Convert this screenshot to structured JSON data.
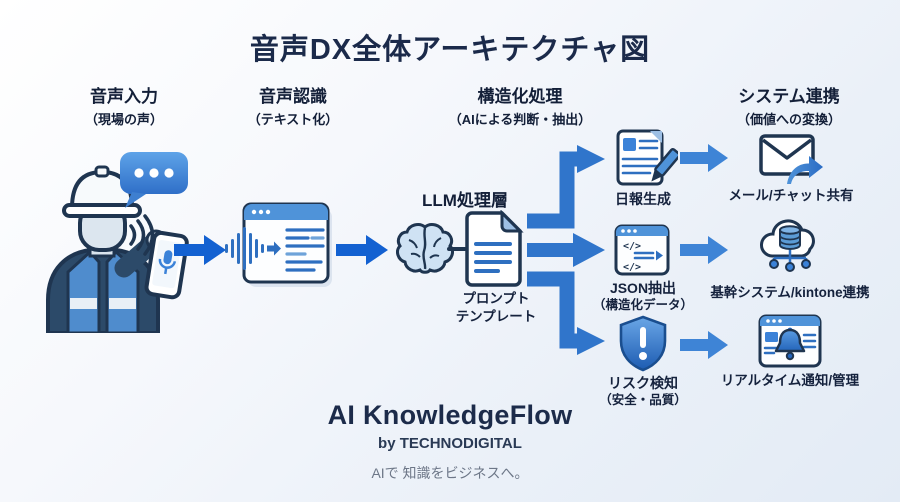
{
  "title": "音声DX全体アーキテクチャ図",
  "columns": [
    {
      "label": "音声入力",
      "sub": "（現場の声）"
    },
    {
      "label": "音声認識",
      "sub": "（テキスト化）"
    },
    {
      "label": "構造化処理",
      "sub": "（AIによる判断・抽出）"
    },
    {
      "label": "システム連携",
      "sub": "（価値への変換）"
    }
  ],
  "llm": {
    "layer_label": "LLM処理層",
    "prompt_label_line1": "プロンプト",
    "prompt_label_line2": "テンプレート"
  },
  "branches": [
    {
      "label": "日報生成",
      "sub": ""
    },
    {
      "label": "JSON抽出",
      "sub": "（構造化データ）"
    },
    {
      "label": "リスク検知",
      "sub": "（安全・品質）"
    }
  ],
  "outputs": [
    {
      "label": "メール/チャット共有"
    },
    {
      "label": "基幹システム/kintone連携"
    },
    {
      "label": "リアルタイム通知/管理"
    }
  ],
  "branding": {
    "product": "AI KnowledgeFlow",
    "company": "by TECHNODIGITAL",
    "tagline": "AIで 知識をビジネスへ。"
  },
  "code_glyph": "</>",
  "icons": {
    "worker": "worker-with-phone-icon",
    "speech": "speech-bubble-icon",
    "stt": "speech-to-text-window-icon",
    "brain": "brain-icon",
    "prompt": "prompt-template-document-icon",
    "report": "report-document-pencil-icon",
    "json": "code-window-icon",
    "risk": "alert-shield-icon",
    "mail": "mail-share-icon",
    "system": "cloud-database-icon",
    "notify": "browser-bell-icon"
  },
  "colors": {
    "arrow_primary": "#1361d1",
    "arrow_branch": "#3075cb",
    "arrow_output": "#3e84d6",
    "outline_navy": "#1f3550",
    "accent_blue": "#3b82d8",
    "title_text": "#1b2a4a",
    "background_top": "#ffffff",
    "background_bottom": "#e3ebf5"
  }
}
